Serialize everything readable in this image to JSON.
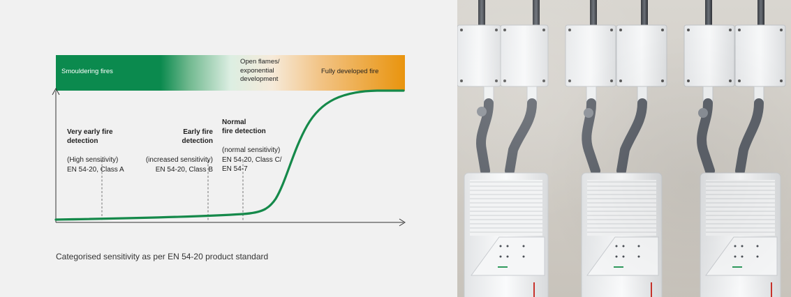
{
  "stages": {
    "smouldering": "Smouldering fires",
    "open_flames": "Open flames/\nexponential\ndevelopment",
    "fully_developed": "Fully developed fire"
  },
  "detection_levels": [
    {
      "title": "Very early fire\ndetection",
      "detail": "(High sensitivity)\nEN 54-20, Class A"
    },
    {
      "title": "Early fire\ndetection",
      "detail": "(increased sensitivity)\nEN 54-20, Class B"
    },
    {
      "title": "Normal\nfire detection",
      "detail": "(normal sensitivity)\nEN 54-20, Class C/\nEN 54-7"
    }
  ],
  "caption": "Categorised sensitivity as per EN 54-20 product standard",
  "colors": {
    "green": "#0b8a4e",
    "orange": "#e9940e",
    "curve": "#15894a"
  },
  "photo": {
    "description_icon": "aspirating-smoke-detector-units-photo"
  }
}
